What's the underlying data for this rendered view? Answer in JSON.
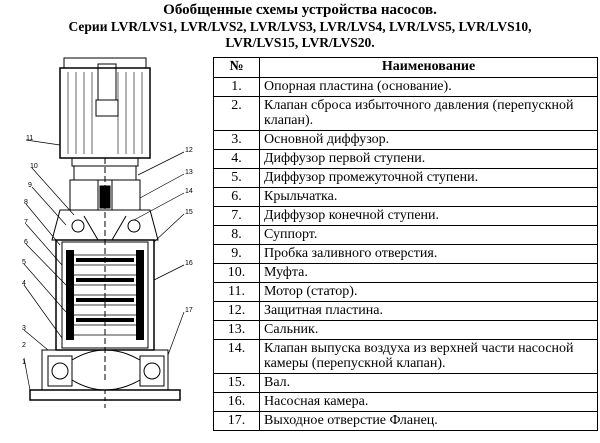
{
  "header": {
    "title": "Обобщенные схемы устройства насосов.",
    "subtitle_line1": "Серии LVR/LVS1, LVR/LVS2, LVR/LVS3, LVR/LVS4, LVR/LVS5, LVR/LVS10,",
    "subtitle_line2": "LVR/LVS15, LVR/LVS20."
  },
  "table": {
    "col_num": "№",
    "col_name": "Наименование",
    "rows": [
      {
        "num": "1.",
        "name": "Опорная пластина (основание)."
      },
      {
        "num": "2.",
        "name": "Клапан сброса избыточного давления (перепускной клапан)."
      },
      {
        "num": "3.",
        "name": "Основной диффузор."
      },
      {
        "num": "4.",
        "name": "Диффузор первой ступени."
      },
      {
        "num": "5.",
        "name": "Диффузор промежуточной ступени."
      },
      {
        "num": "6.",
        "name": "Крыльчатка."
      },
      {
        "num": "7.",
        "name": "Диффузор конечной ступени."
      },
      {
        "num": "8.",
        "name": "Суппорт."
      },
      {
        "num": "9.",
        "name": "Пробка заливного отверстия."
      },
      {
        "num": "10.",
        "name": "Муфта."
      },
      {
        "num": "11.",
        "name": "Мотор (статор)."
      },
      {
        "num": "12.",
        "name": "Защитная пластина."
      },
      {
        "num": "13.",
        "name": "Сальник."
      },
      {
        "num": "14.",
        "name": "Клапан выпуска воздуха из верхней части насосной камеры (перепускной клапан)."
      },
      {
        "num": "15.",
        "name": "Вал."
      },
      {
        "num": "16.",
        "name": "Насосная камера."
      },
      {
        "num": "17.",
        "name": "Выходное отверстие Фланец."
      }
    ]
  },
  "diagram": {
    "callouts": [
      "1",
      "2",
      "3",
      "4",
      "5",
      "6",
      "7",
      "8",
      "9",
      "10",
      "11",
      "12",
      "13",
      "14",
      "15",
      "16",
      "17"
    ]
  }
}
